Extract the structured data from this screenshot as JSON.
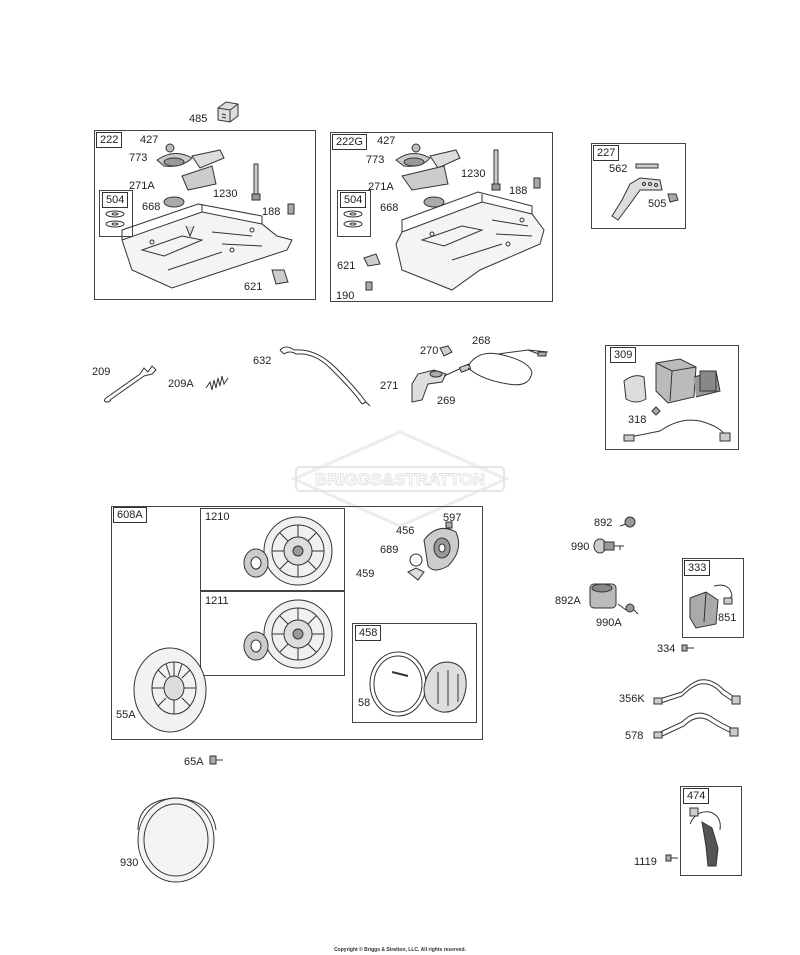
{
  "watermark": "BRIGGS&STRATTON",
  "copyright": "Copyright © Briggs & Stratton, LLC. All rights reserved.",
  "boxes": {
    "b222": "222",
    "b222g": "222G",
    "b504a": "504",
    "b504b": "504",
    "b227": "227",
    "b309": "309",
    "b608a": "608A",
    "b1210": "1210",
    "b1211": "1211",
    "b458": "458",
    "b333": "333",
    "b474": "474"
  },
  "labels": {
    "p485": "485",
    "p427a": "427",
    "p773a": "773",
    "p271Aa": "271A",
    "p1230a": "1230",
    "p668a": "668",
    "p188a": "188",
    "p621a": "621",
    "p427b": "427",
    "p773b": "773",
    "p271Ab": "271A",
    "p1230b": "1230",
    "p188b": "188",
    "p668b": "668",
    "p621b": "621",
    "p190": "190",
    "p562": "562",
    "p505": "505",
    "p209": "209",
    "p209A": "209A",
    "p632": "632",
    "p270": "270",
    "p268": "268",
    "p271": "271",
    "p269": "269",
    "p318": "318",
    "p456": "456",
    "p597": "597",
    "p689": "689",
    "p459": "459",
    "p58": "58",
    "p55A": "55A",
    "p65A": "65A",
    "p930": "930",
    "p892": "892",
    "p990": "990",
    "p892A": "892A",
    "p990A": "990A",
    "p851": "851",
    "p334": "334",
    "p356K": "356K",
    "p578": "578",
    "p1119": "1119"
  }
}
